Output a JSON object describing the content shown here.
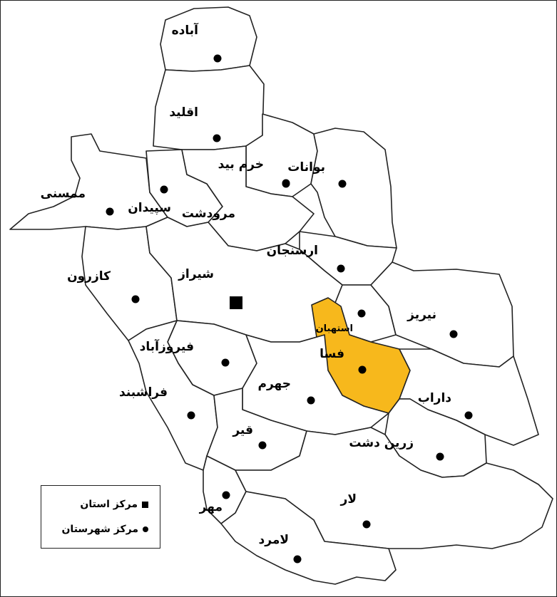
{
  "map": {
    "selected_county": "فسا",
    "selected_color": "#f7b81c",
    "capital": "شیراز",
    "counties": [
      {
        "id": "abadeh",
        "name": "آباده"
      },
      {
        "id": "eqlid",
        "name": "اقلید"
      },
      {
        "id": "khorrambid",
        "name": "خرم بید"
      },
      {
        "id": "bavanat",
        "name": "بوانات"
      },
      {
        "id": "mamasani",
        "name": "ممسنی"
      },
      {
        "id": "sepidan",
        "name": "سپیدان"
      },
      {
        "id": "marvdasht",
        "name": "مرودشت"
      },
      {
        "id": "arsanjan",
        "name": "ارسنجان"
      },
      {
        "id": "kazerun",
        "name": "کازرون"
      },
      {
        "id": "shiraz",
        "name": "شیراز"
      },
      {
        "id": "estahban",
        "name": "استهبان"
      },
      {
        "id": "neyriz",
        "name": "نیریز"
      },
      {
        "id": "firuzabad",
        "name": "فیروزآباد"
      },
      {
        "id": "fasa",
        "name": "فسا"
      },
      {
        "id": "farashband",
        "name": "فراشبند"
      },
      {
        "id": "jahrom",
        "name": "جهرم"
      },
      {
        "id": "darab",
        "name": "داراب"
      },
      {
        "id": "qir",
        "name": "قیر"
      },
      {
        "id": "zarrindasht",
        "name": "زرین دشت"
      },
      {
        "id": "mohr",
        "name": "مهر"
      },
      {
        "id": "lar",
        "name": "لار"
      },
      {
        "id": "lamerd",
        "name": "لامرد"
      }
    ]
  },
  "legend": {
    "province_center": "مرکز استان",
    "county_center": "مرکز شهرستان"
  }
}
